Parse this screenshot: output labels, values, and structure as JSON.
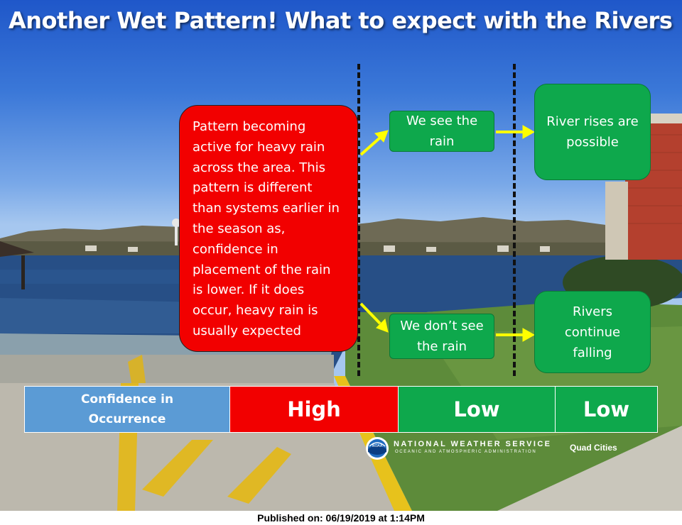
{
  "title": "Another Wet Pattern!  What to expect with the Rivers",
  "red_box": {
    "text": "Pattern becoming active for heavy rain across the area. This pattern is different than systems earlier in the season as, confidence in placement of the rain is lower. If it does occur, heavy rain is usually expected"
  },
  "scenarios": {
    "see_rain": "We see the rain",
    "no_rain": "We don’t see the rain",
    "rises": "River rises are possible",
    "falling": "Rivers continue falling"
  },
  "confidence": {
    "label": "Confidence in Occurrence",
    "values": [
      "High",
      "Low",
      "Low"
    ]
  },
  "logo": {
    "agency": "NATIONAL WEATHER SERVICE",
    "sub": "OCEANIC AND ATMOSPHERIC ADMINISTRATION",
    "office": "Quad Cities",
    "emblem": "NOAA"
  },
  "footer": "Published on: 06/19/2019 at 1:14PM",
  "colors": {
    "red": "#f20000",
    "green": "#0ea84c",
    "blue_cell": "#5b9bd5",
    "arrow": "#ffff00"
  }
}
